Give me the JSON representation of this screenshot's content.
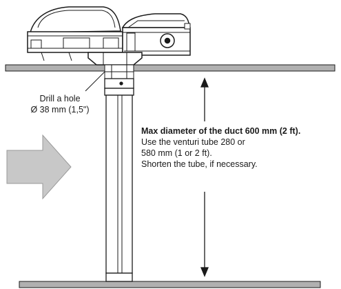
{
  "drill_label": {
    "line1": "Drill a hole",
    "line2": "Ø 38 mm (1,5\")"
  },
  "duct_info": {
    "heading": "Max diameter of the duct 600 mm (2 ft).",
    "line1": "Use the venturi tube 280 or",
    "line2": "580 mm (1 or 2 ft).",
    "line3": "Shorten the tube, if necessary."
  },
  "colors": {
    "duct_wall": "#b0b0b0",
    "airflow_arrow": "#c8c8c8",
    "outline": "#1a1a1a"
  }
}
